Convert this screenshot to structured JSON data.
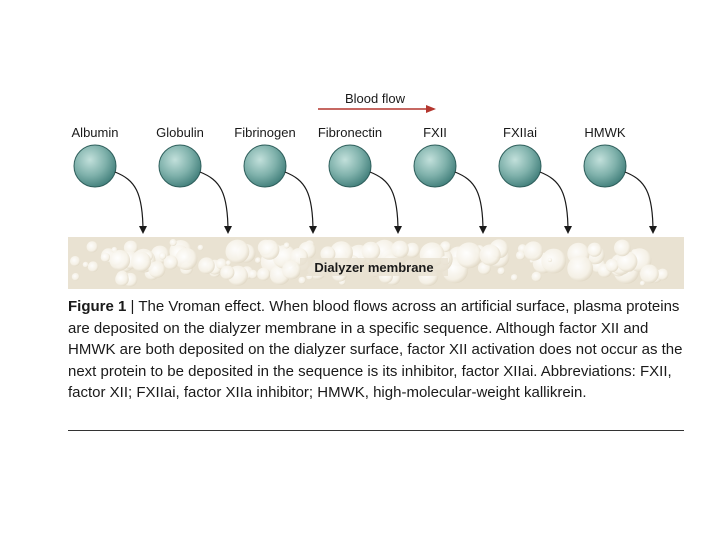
{
  "flow_label": "Blood flow",
  "colors": {
    "arrow_red": "#b4362e",
    "sphere_dark": "#3f7d79",
    "sphere_light": "#c2e0db",
    "membrane": "#e9e2d2"
  },
  "proteins": [
    {
      "label": "Albumin"
    },
    {
      "label": "Globulin"
    },
    {
      "label": "Fibrinogen"
    },
    {
      "label": "Fibronectin"
    },
    {
      "label": "FXII"
    },
    {
      "label": "FXIIai"
    },
    {
      "label": "HMWK"
    }
  ],
  "membrane_label": "Dialyzer membrane",
  "caption": {
    "figure_label": "Figure 1",
    "separator": "|",
    "text": "The Vroman effect. When blood flows across an artificial surface, plasma proteins are deposited on the dialyzer membrane in a specific sequence. Although factor XII and HMWK are both deposited on the dialyzer surface, factor XII activation does not occur as the next protein to be deposited in the sequence is its inhibitor, factor XIIai. Abbreviations: FXII, factor XII; FXIIai, factor XIIa inhibitor; HMWK, high-molecular-weight kallikrein."
  }
}
